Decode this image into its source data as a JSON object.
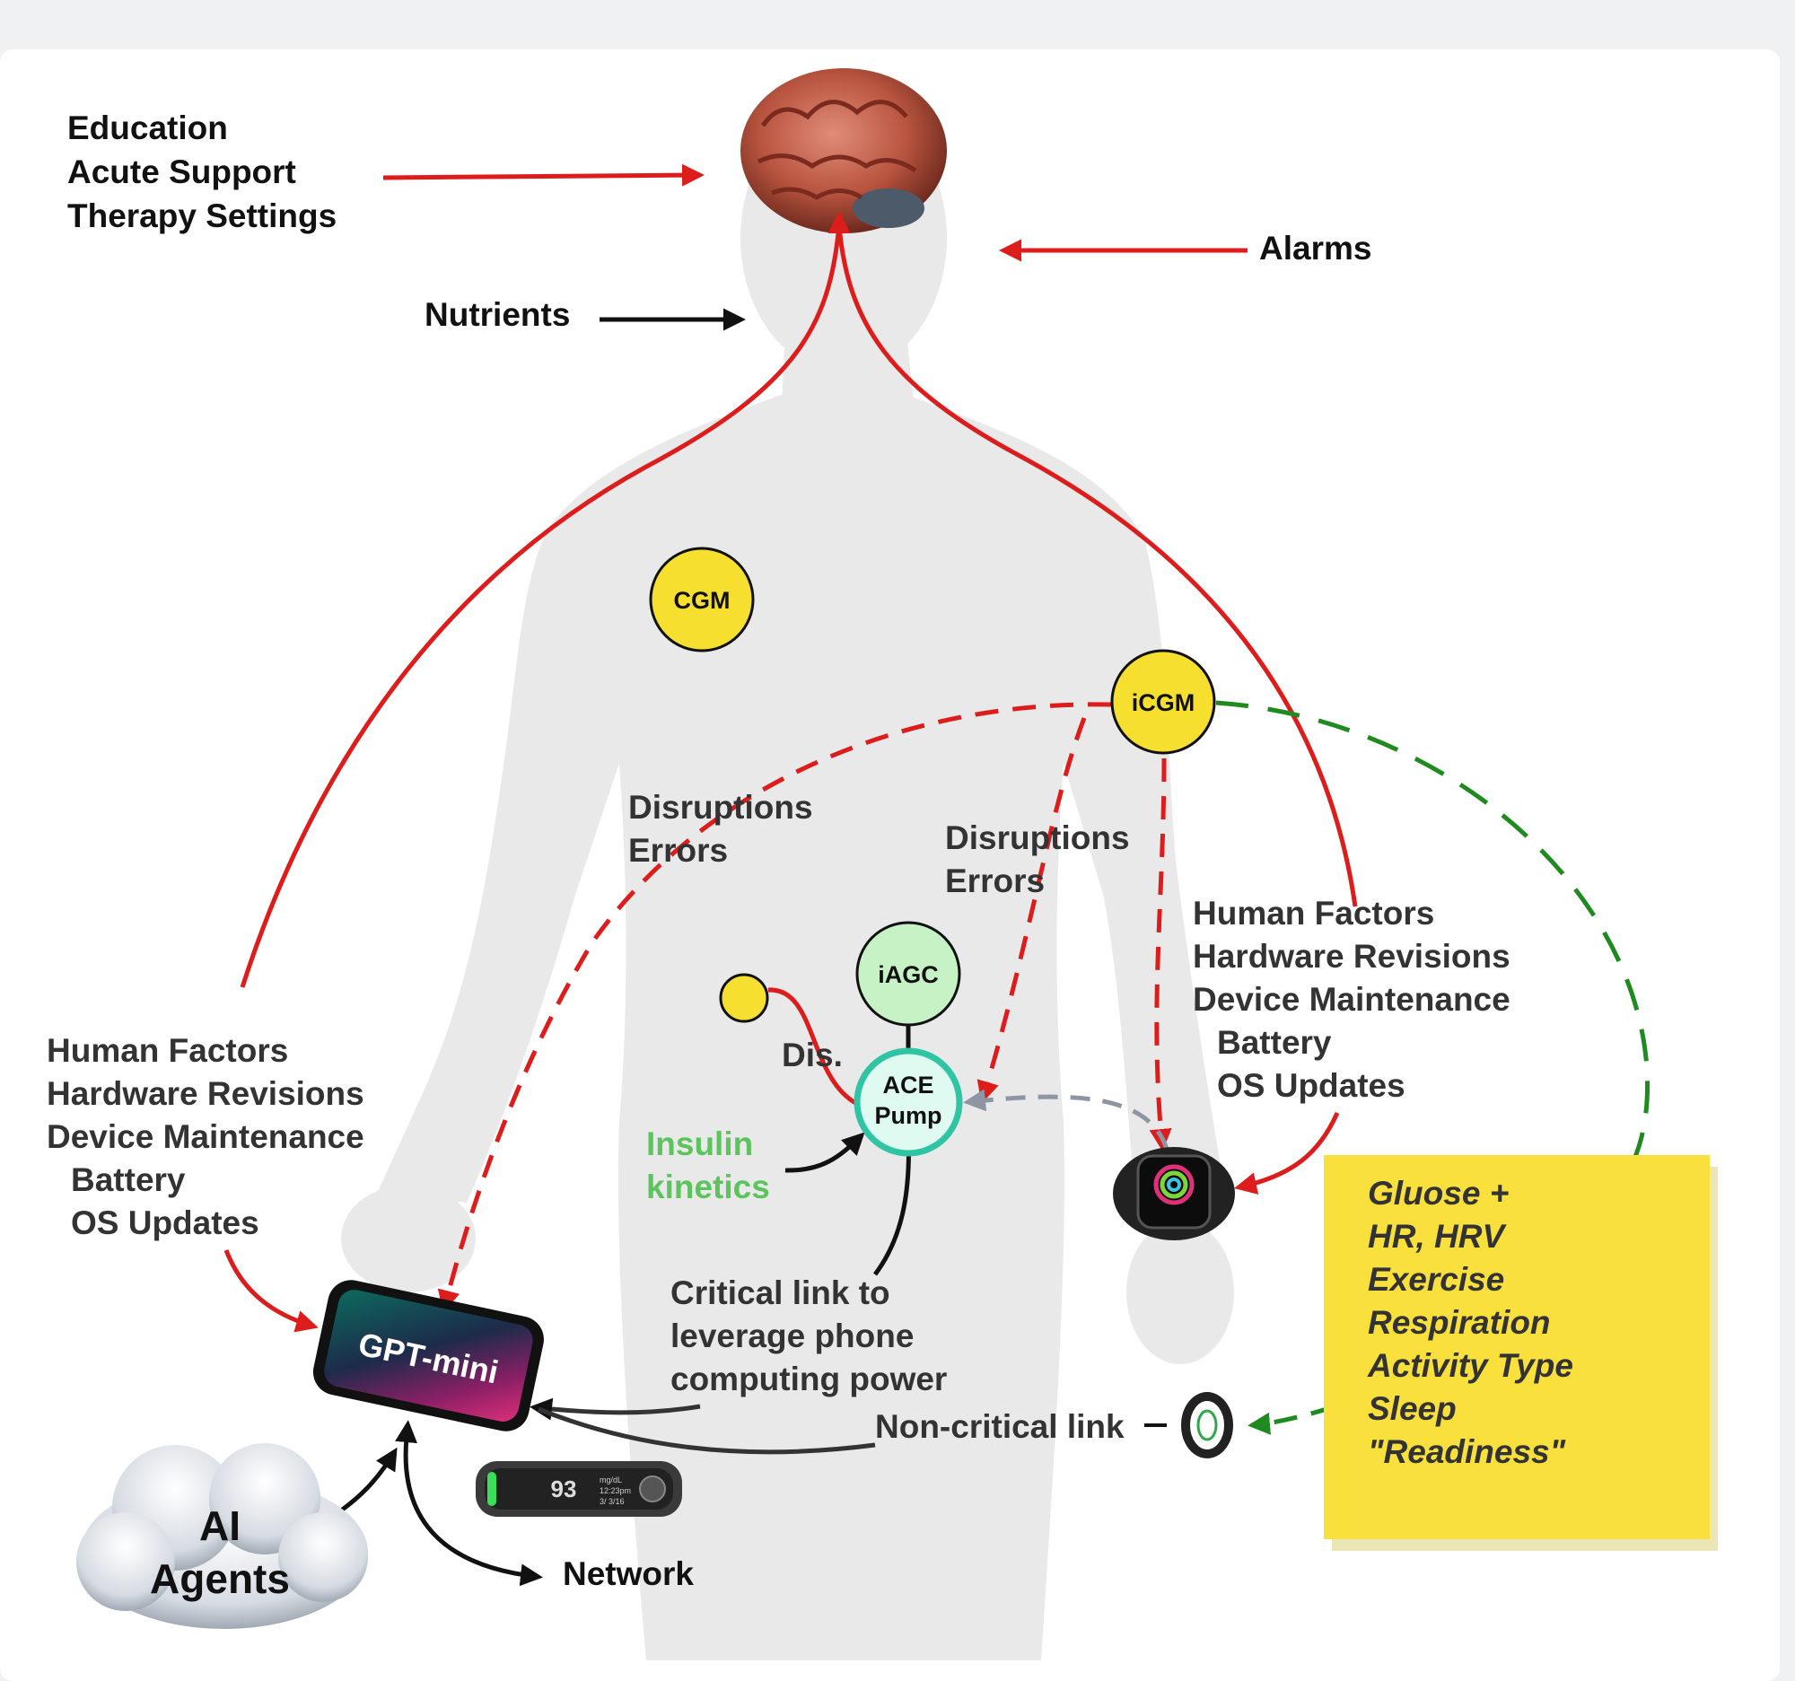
{
  "labels": {
    "education_block": [
      "Education",
      "Acute Support",
      "Therapy Settings"
    ],
    "alarms": "Alarms",
    "nutrients": "Nutrients",
    "disruptions_left": [
      "Disruptions",
      "Errors"
    ],
    "disruptions_right": [
      "Disruptions",
      "Errors"
    ],
    "factors_left": [
      "Human Factors",
      "Hardware Revisions",
      "Device Maintenance",
      "Battery",
      "OS Updates"
    ],
    "factors_right": [
      "Human Factors",
      "Hardware Revisions",
      "Device Maintenance",
      "Battery",
      "OS Updates"
    ],
    "dis": "Dis.",
    "insulin": [
      "Insulin",
      "kinetics"
    ],
    "critical_link": [
      "Critical link to",
      "leverage phone",
      "computing power"
    ],
    "noncritical_link": "Non-critical link",
    "network": "Network",
    "ai_agents": [
      "AI",
      "Agents"
    ]
  },
  "nodes": {
    "cgm": "CGM",
    "icgm": "iCGM",
    "iagc": "iAGC",
    "ace_pump": [
      "ACE",
      "Pump"
    ]
  },
  "devices": {
    "phone_screen": "GPT-mini",
    "meter_reading": "93",
    "meter_small": [
      "mg/dL",
      "12:23pm",
      "3/ 3/16"
    ]
  },
  "sticky_note": [
    "Gluose +",
    "HR, HRV",
    "Exercise",
    "Respiration",
    "Activity Type",
    "Sleep",
    "\"Readiness\""
  ],
  "colors": {
    "red": "#dd1c1c",
    "green": "#1f8a1f",
    "black": "#111111",
    "gray_dash": "#8e96a3",
    "node_yellow": "#f7df30",
    "node_green": "#c6f2c6",
    "pump_teal": "#2ec4a4",
    "insulin_green": "#5cc45c",
    "note_yellow": "#f9e03c"
  },
  "icons": [
    "brain-icon",
    "body-silhouette",
    "phone-icon",
    "smartwatch-icon",
    "smart-ring-icon",
    "glucose-meter-icon",
    "cloud-icon"
  ]
}
